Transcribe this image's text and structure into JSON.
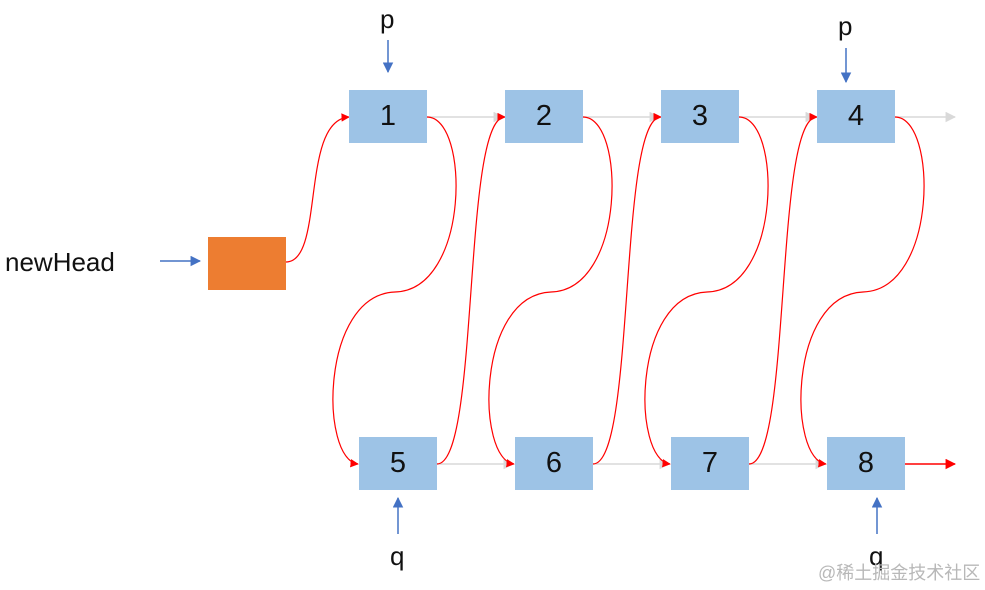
{
  "diagram": {
    "top_nodes": [
      "1",
      "2",
      "3",
      "4"
    ],
    "bottom_nodes": [
      "5",
      "6",
      "7",
      "8"
    ],
    "pointer_p_left": "p",
    "pointer_p_right": "p",
    "pointer_q": "q",
    "pointer_q_right": "q",
    "new_head_label": "newHead",
    "watermark": "@稀土掘金技术社区"
  },
  "colors": {
    "node_fill": "#9dc3e6",
    "head_fill": "#ed7d31",
    "link_red": "#ff0000",
    "pointer_blue": "#4472c4",
    "old_link_gray": "#d9d9d9"
  }
}
